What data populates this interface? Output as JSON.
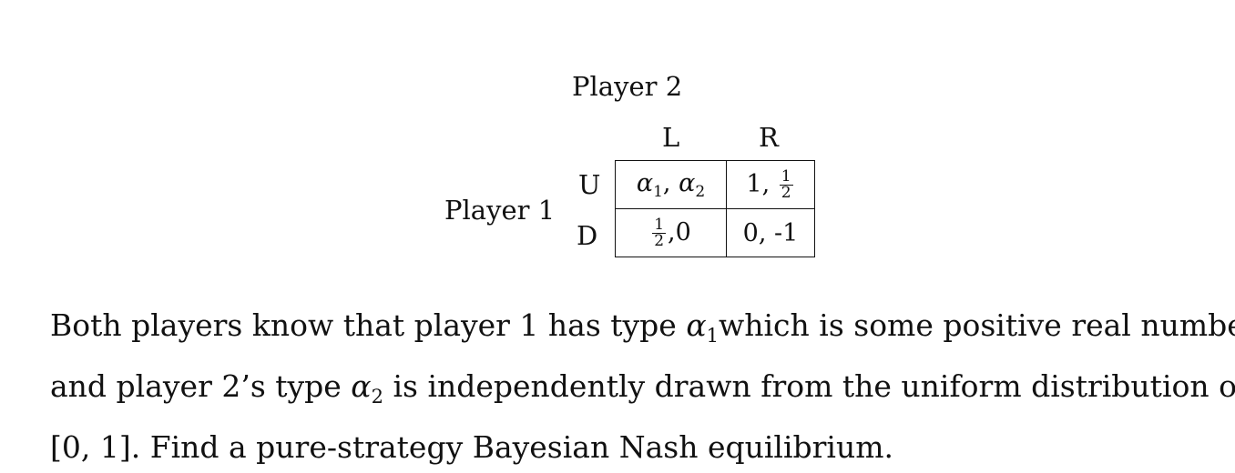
{
  "game": {
    "player2_label": "Player 2",
    "player1_label": "Player 1",
    "columns": [
      "L",
      "R"
    ],
    "rows": [
      "U",
      "D"
    ],
    "cells": {
      "UL": {
        "a_sym": "α",
        "a_sub": "1",
        "sep": ", ",
        "b_sym": "α",
        "b_sub": "2"
      },
      "UR": {
        "first": "1,",
        "frac_num": "1",
        "frac_den": "2"
      },
      "DL": {
        "frac_num": "1",
        "frac_den": "2",
        "second": ",0"
      },
      "DR": {
        "text": "0, -1"
      }
    }
  },
  "paragraph": {
    "line1_pre": "Both players know that player 1 has type ",
    "line1_sym": "α",
    "line1_sub": "1",
    "line1_post": "which is some positive real number,",
    "line2_pre": "and player 2’s type ",
    "line2_sym": "α",
    "line2_sub": "2",
    "line2_post": " is independently drawn from the uniform distribution on",
    "line3": "[0, 1]. Find a pure-strategy Bayesian Nash equilibrium."
  }
}
